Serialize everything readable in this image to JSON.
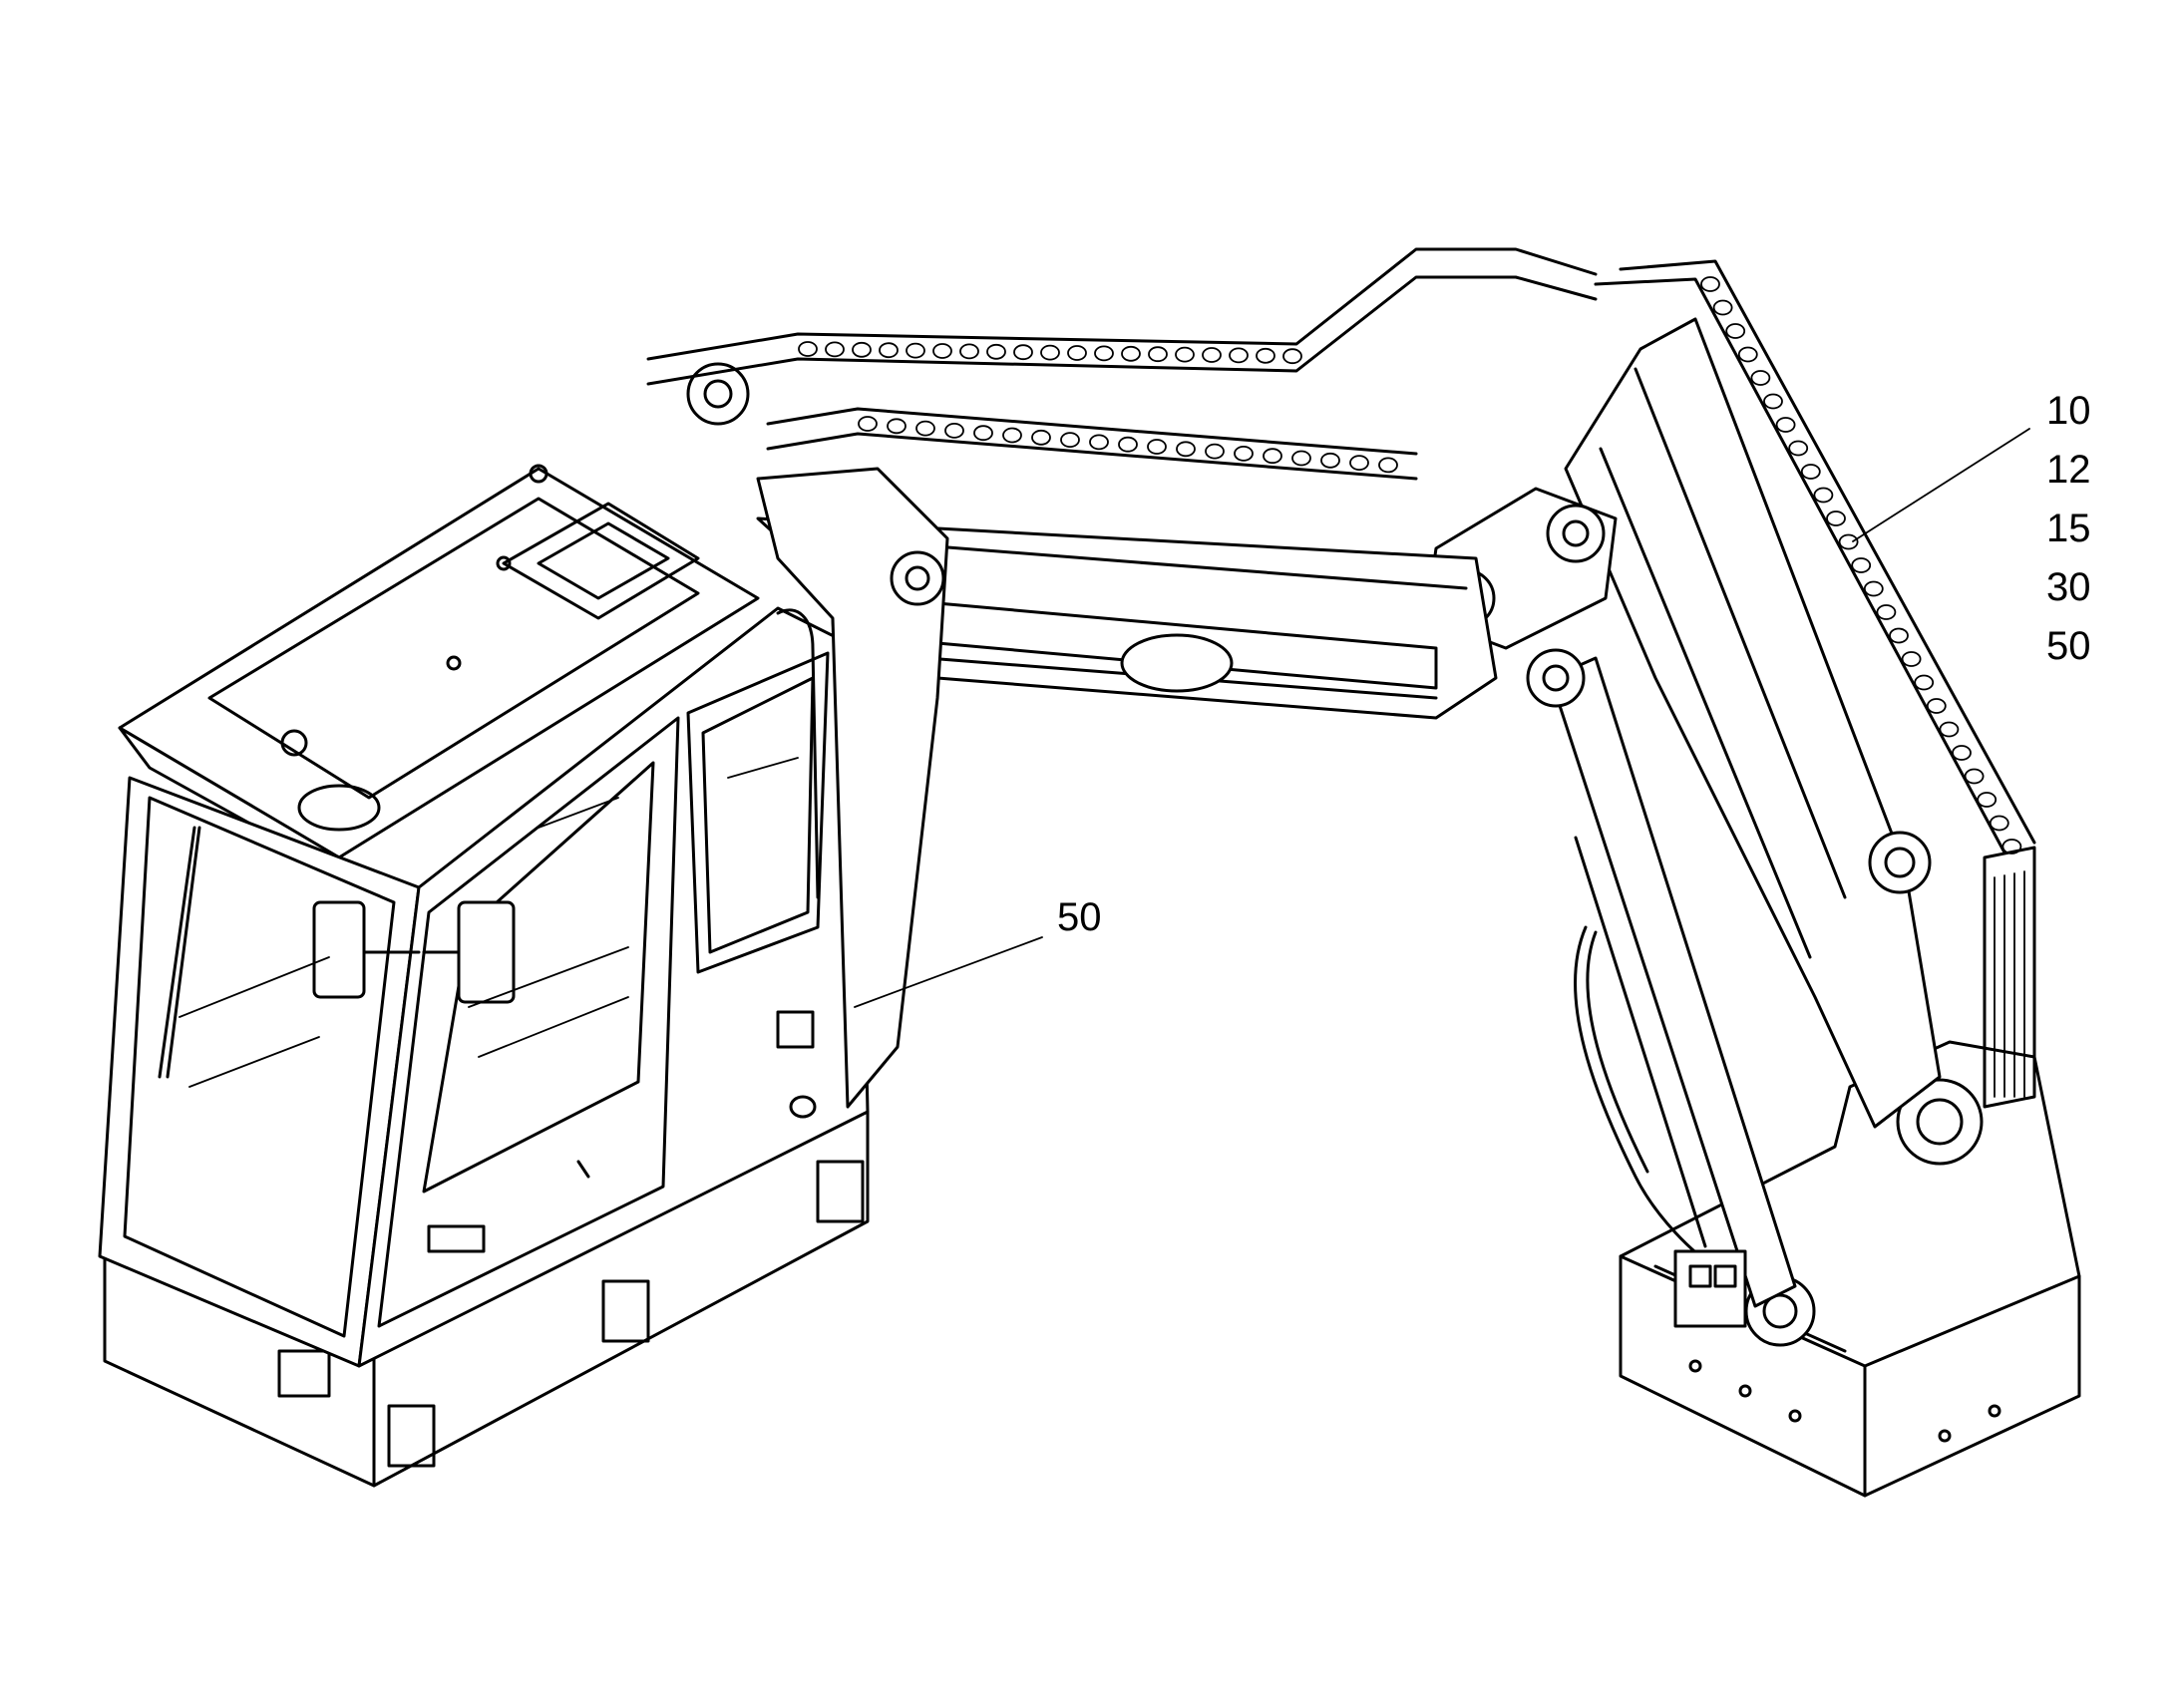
{
  "callouts": {
    "right_group": [
      "10",
      "12",
      "15",
      "30",
      "50"
    ],
    "left_single": "50"
  },
  "colors": {
    "line": "#000000",
    "background": "#ffffff"
  }
}
